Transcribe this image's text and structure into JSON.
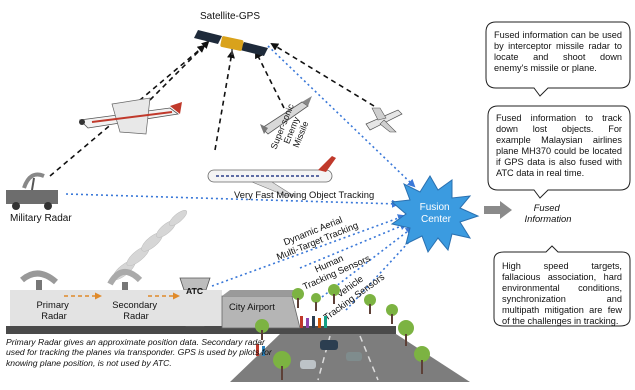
{
  "nodes": {
    "satellite": "Satellite-GPS",
    "military_radar": "Military Radar",
    "missile": "Super-sonic\nEnemy\nMissile",
    "fusion_center": "Fusion\nCenter",
    "fused_info": "Fused\nInformation",
    "primary_radar": "Primary\nRadar",
    "secondary_radar": "Secondary\nRadar",
    "atc": "ATC",
    "city_airport": "City Airport"
  },
  "links": {
    "very_fast": "Very Fast Moving Object Tracking",
    "aerial": "Dynamic Aerial\nMulti-Target Tracking",
    "human": "Human\nTracking Sensors",
    "vehicle": "Vehicle\nTracking Sensors"
  },
  "callouts": {
    "interceptor": "Fused information can be used by interceptor missile radar to locate and shoot down enemy's missile or plane.",
    "lost_objects": "Fused information to track down lost objects. For example Malaysian airlines plane MH370 could be located if GPS data is also fused with ATC data in real time.",
    "challenges": "High speed targets, fallacious association, hard environmental conditions, synchronization and multipath mitigation are few of the challenges in tracking."
  },
  "caption": "Primary Radar gives an approximate position data. Secondary radar used for tracking the planes via transponder. GPS is used by pilots for knowing plane position, is not used by ATC.",
  "colors": {
    "fusion_fill": "#3b9be0",
    "link_blue": "#3a78d8",
    "radar_arrow": "#e08a2a"
  }
}
